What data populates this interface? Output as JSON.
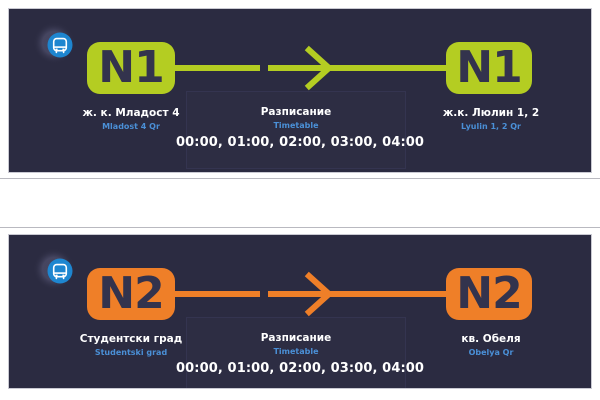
{
  "theme": {
    "page_background": "#ffffff",
    "panel_background": "#2b2b41",
    "panel_border": "#c9c9d2",
    "separator": "#b9b9c0",
    "latin_text": "#4a8fd6",
    "primary_text": "#ffffff",
    "badge_text": "#33334d",
    "logo_circle": "#1e86d0",
    "logo_crescent": "#ffffff"
  },
  "logo": {
    "moon_icon": "crescent-moon-icon",
    "bus_icon": "bus-icon"
  },
  "routes": [
    {
      "line": "N1",
      "color": "#b4cd22",
      "origin": {
        "name": "ж. к. Младост 4",
        "latin": "Mladost 4 Qr"
      },
      "destination": {
        "name": "ж.к. Люлин 1, 2",
        "latin": "Lyulin 1, 2 Qr"
      },
      "timetable": {
        "title": "Разписание",
        "latin": "Timetable",
        "times": "00:00, 01:00, 02:00, 03:00, 04:00"
      }
    },
    {
      "line": "N2",
      "color": "#ef7f28",
      "origin": {
        "name": "Студентски град",
        "latin": "Studentski grad"
      },
      "destination": {
        "name": "кв. Обеля",
        "latin": "Obelya Qr"
      },
      "timetable": {
        "title": "Разписание",
        "latin": "Timetable",
        "times": "00:00, 01:00, 02:00, 03:00, 04:00"
      }
    }
  ]
}
